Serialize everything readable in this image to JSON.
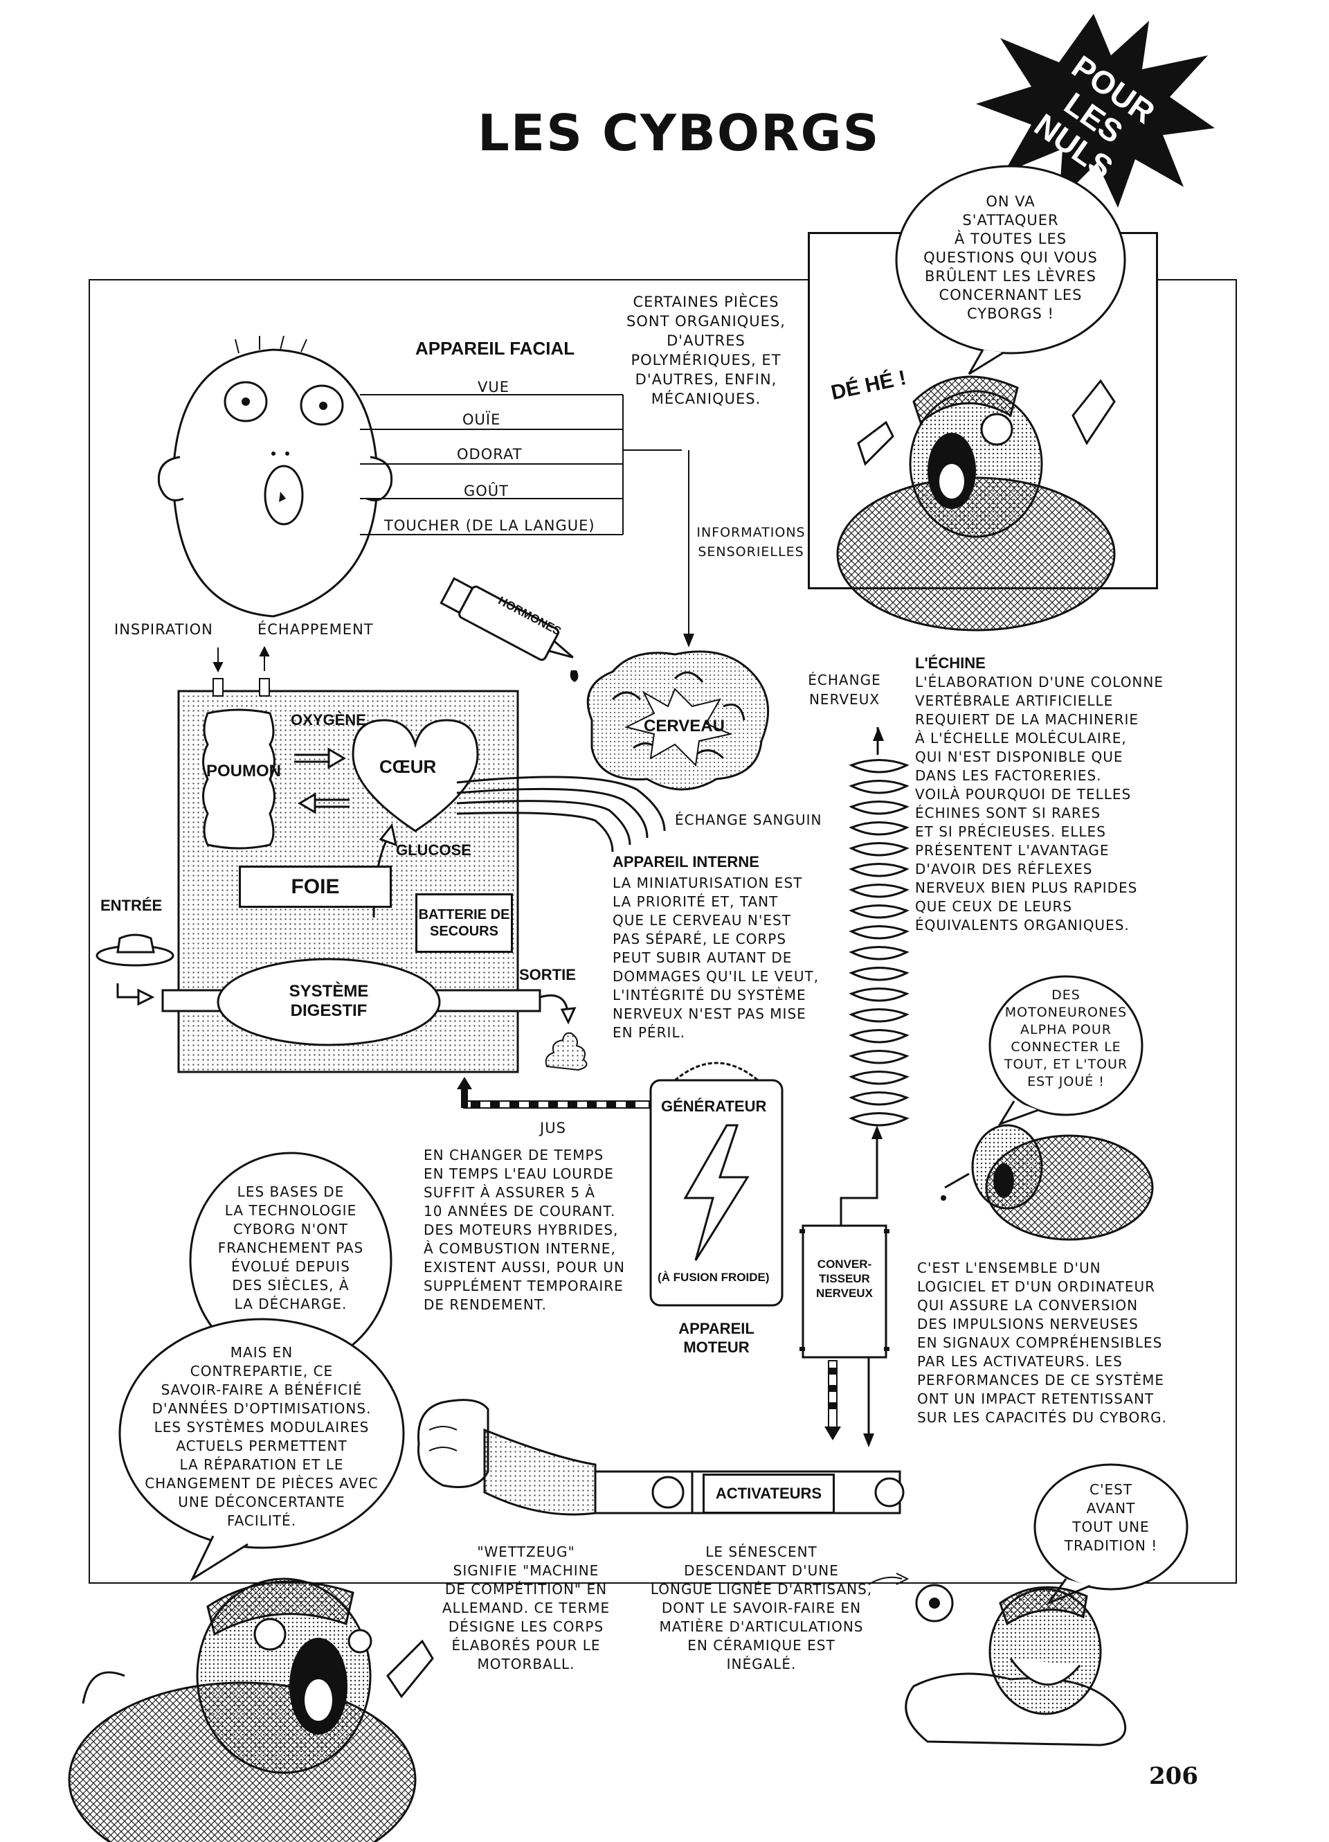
{
  "title": "LES CYBORGS",
  "badge": "POUR\nLES NULS",
  "page_number": "206",
  "intro_bubble": "ON VA\nS'ATTAQUER\nÀ TOUTES LES\nQUESTIONS QUI VOUS\nBRÛLENT LES LÈVRES\nCONCERNANT LES\nCYBORGS !",
  "exclamation": "DÉ HÉ !",
  "facial": {
    "title": "APPAREIL FACIAL",
    "items": [
      "VUE",
      "OUÏE",
      "ODORAT",
      "GOÛT",
      "TOUCHER (DE LA LANGUE)"
    ],
    "note": "CERTAINES PIÈCES\nSONT ORGANIQUES,\nD'AUTRES\nPOLYMÉRIQUES, ET\nD'AUTRES, ENFIN,\nMÉCANIQUES.",
    "sensory": "INFORMATIONS\nSENSORIELLES"
  },
  "hormones": "HORMONES",
  "brain": {
    "label": "CERVEAU",
    "nerve_exchange": "ÉCHANGE\nNERVEUX",
    "blood_exchange": "ÉCHANGE SANGUIN"
  },
  "body": {
    "inspiration": "INSPIRATION",
    "exhaust": "ÉCHAPPEMENT",
    "oxygen": "OXYGÈNE",
    "lung": "POUMON",
    "heart": "CŒUR",
    "glucose": "GLUCOSE",
    "liver": "FOIE",
    "battery": "BATTERIE DE\nSECOURS",
    "input": "ENTRÉE",
    "output": "SORTIE",
    "digestive": "SYSTÈME\nDIGESTIF"
  },
  "spine": {
    "title": "L'ÉCHINE",
    "text": "L'ÉLABORATION D'UNE COLONNE\nVERTÉBRALE ARTIFICIELLE\nREQUIERT DE LA MACHINERIE\nÀ L'ÉCHELLE MOLÉCULAIRE,\nQUI N'EST DISPONIBLE QUE\nDANS LES FACTORERIES.\nVOILÀ POURQUOI DE TELLES\nÉCHINES SONT SI RARES\nET SI PRÉCIEUSES. ELLES\nPRÉSENTENT L'AVANTAGE\nD'AVOIR DES RÉFLEXES\nNERVEUX BIEN PLUS RAPIDES\nQUE CEUX DE LEURS\nÉQUIVALENTS ORGANIQUES."
  },
  "internal": {
    "title": "APPAREIL INTERNE",
    "text": "LA MINIATURISATION EST\nLA PRIORITÉ ET, TANT\nQUE LE CERVEAU N'EST\nPAS SÉPARÉ, LE CORPS\nPEUT SUBIR AUTANT DE\nDOMMAGES QU'IL LE VEUT,\nL'INTÉGRITÉ DU SYSTÈME\nNERVEUX N'EST PAS MISE\nEN PÉRIL."
  },
  "motoneurons_bubble": "DES\nMOTONEURONES\nALPHA POUR\nCONNECTER LE\nTOUT, ET L'TOUR\nEST JOUÉ !",
  "generator": {
    "label": "GÉNÉRATEUR",
    "sub": "(À FUSION FROIDE)",
    "juice": "JUS",
    "motor": "APPAREIL\nMOTEUR",
    "note": "EN CHANGER DE TEMPS\nEN TEMPS L'EAU LOURDE\nSUFFIT À ASSURER 5 À\n10 ANNÉES DE COURANT.\nDES MOTEURS HYBRIDES,\nÀ COMBUSTION INTERNE,\nEXISTENT AUSSI, POUR UN\nSUPPLÉMENT TEMPORAIRE\nDE RENDEMENT."
  },
  "converter": {
    "label": "CONVER-\nTISSEUR\nNERVEUX",
    "note": "C'EST L'ENSEMBLE D'UN\nLOGICIEL ET D'UN ORDINATEUR\nQUI ASSURE LA CONVERSION\nDES IMPULSIONS NERVEUSES\nEN SIGNAUX COMPRÉHENSIBLES\nPAR LES ACTIVATEURS. LES\nPERFORMANCES DE CE SYSTÈME\nONT UN IMPACT RETENTISSANT\nSUR LES CAPACITÉS DU CYBORG."
  },
  "activators": "ACTIVATEURS",
  "bubble_bases": "LES BASES DE\nLA TECHNOLOGIE\nCYBORG N'ONT\nFRANCHEMENT PAS\nÉVOLUÉ DEPUIS\nDES SIÈCLES, À\nLA DÉCHARGE.",
  "bubble_counterpart": "MAIS EN\nCONTREPARTIE, CE\nSAVOIR-FAIRE A BÉNÉFICIÉ\nD'ANNÉES D'OPTIMISATIONS.\nLES SYSTÈMES MODULAIRES\nACTUELS PERMETTENT\nLA RÉPARATION ET LE\nCHANGEMENT DE PIÈCES AVEC\nUNE DÉCONCERTANTE\nFACILITÉ.",
  "wettzeug": "\"WETTZEUG\"\nSIGNIFIE \"MACHINE\nDE COMPÉTITION\" EN\nALLEMAND. CE TERME\nDÉSIGNE LES CORPS\nÉLABORÉS POUR LE\nMOTORBALL.",
  "artisan": "LE SÉNESCENT\nDESCENDANT D'UNE\nLONGUE LIGNÉE D'ARTISANS,\nDONT LE SAVOIR-FAIRE EN\nMATIÈRE D'ARTICULATIONS\nEN CÉRAMIQUE EST\nINÉGALÉ.",
  "tradition_bubble": "C'EST\nAVANT\nTOUT UNE\nTRADITION !"
}
